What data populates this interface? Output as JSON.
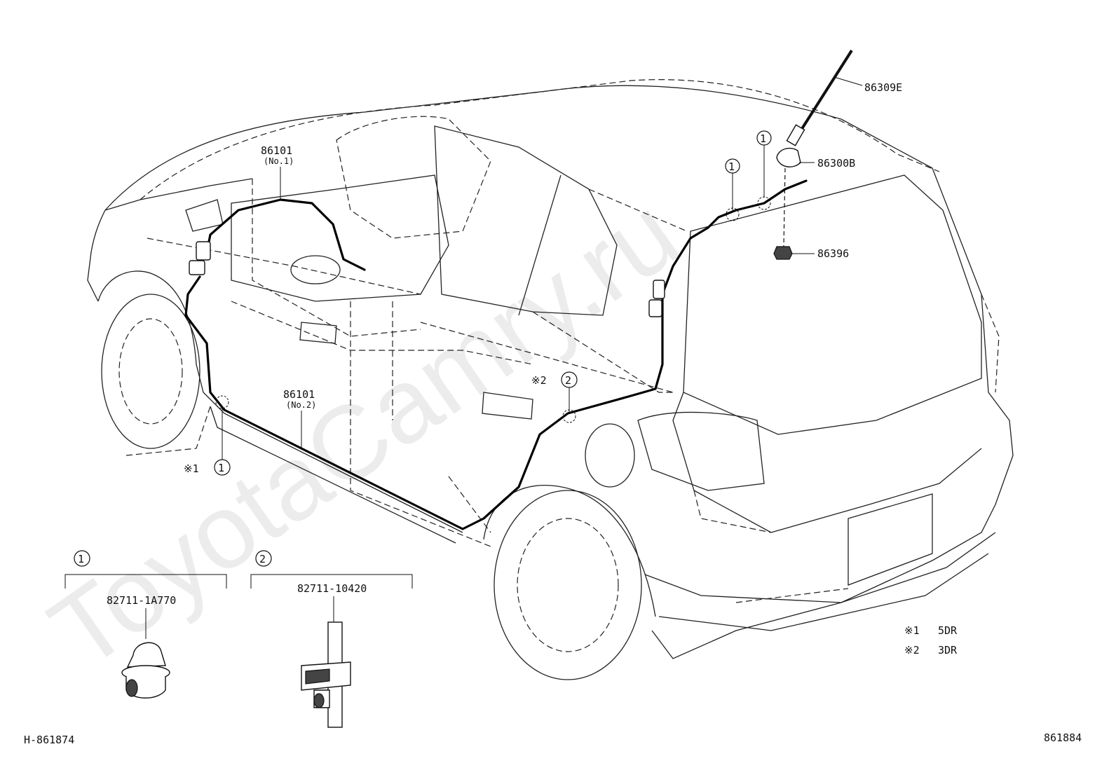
{
  "watermark": "ToyotaCamry.ru",
  "diagram_id_left": "H-861874",
  "diagram_id_right": "861884",
  "callouts": {
    "antenna_rod": "86309E",
    "antenna_base": "86300B",
    "antenna_nut": "86396",
    "cable_no1_part": "86101",
    "cable_no1_sub": "(No.1)",
    "cable_no2_part": "86101",
    "cable_no2_sub": "(No.2)"
  },
  "markers": {
    "ref1": "①",
    "ref2": "②",
    "note1": "※1",
    "note2": "※2"
  },
  "detail_1": {
    "ref": "①",
    "part": "82711-1A770"
  },
  "detail_2": {
    "ref": "②",
    "part": "82711-10420"
  },
  "legend": [
    {
      "mark": "※1",
      "text": "5DR"
    },
    {
      "mark": "※2",
      "text": "3DR"
    }
  ]
}
